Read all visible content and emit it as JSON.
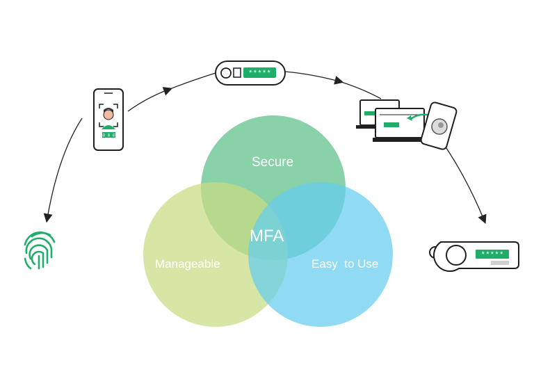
{
  "venn": {
    "center_label": "MFA",
    "sets": [
      {
        "label": "Secure",
        "color": "#6cc798"
      },
      {
        "label": "Manageable",
        "color": "#d3e39a"
      },
      {
        "label": "Easy  to Use",
        "color": "#86d7f2"
      }
    ]
  },
  "colors": {
    "accent": "#1fae6a",
    "outline": "#1f1f1f",
    "arc": "#222222"
  },
  "devices": {
    "token_stars": "*****",
    "keyfob_stars": "*****",
    "phone_code": "0 0 0"
  },
  "icons": [
    "fingerprint-icon",
    "phone-face-id-icon",
    "usb-token-icon",
    "laptop-phone-push-icon",
    "keyfob-token-icon"
  ]
}
